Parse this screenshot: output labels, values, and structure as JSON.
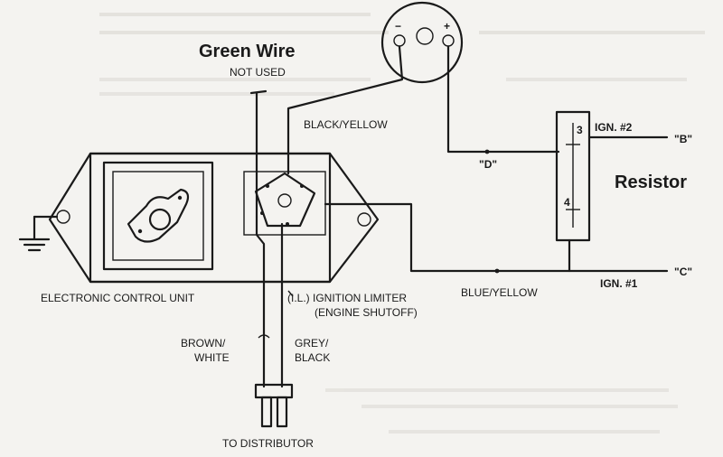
{
  "labels": {
    "green_wire": "Green Wire",
    "not_used": "NOT USED",
    "black_yellow": "BLACK/YELLOW",
    "ign2": "IGN. #2",
    "b_terminal": "\"B\"",
    "d_terminal": "\"D\"",
    "resistor": "Resistor",
    "ign1": "IGN. #1",
    "c_terminal": "\"C\"",
    "blue_yellow": "BLUE/YELLOW",
    "ecu": "ELECTRONIC CONTROL UNIT",
    "limiter_line1": "(I.L.) IGNITION LIMITER",
    "limiter_line2": "(ENGINE SHUTOFF)",
    "brown_line1": "BROWN/",
    "brown_line2": "WHITE",
    "grey_line1": "GREY/",
    "grey_line2": "BLACK",
    "to_distributor": "TO DISTRIBUTOR",
    "coil_minus": "−",
    "coil_plus": "+",
    "res_pin3": "3",
    "res_pin4": "4"
  },
  "colors": {
    "ink": "#1a1a1a",
    "paper": "#f4f3f0"
  }
}
